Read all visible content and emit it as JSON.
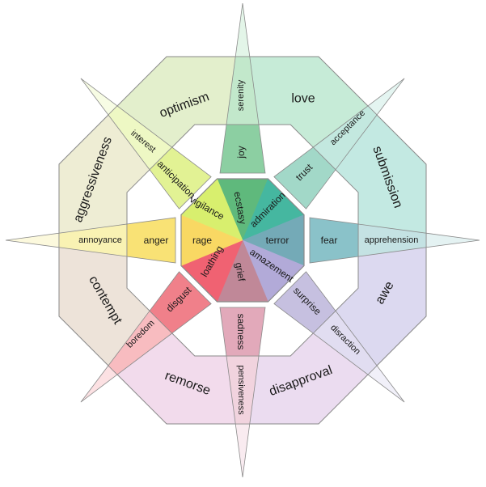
{
  "colors": {
    "outline": "#8a8a8a",
    "background": "#ffffff"
  },
  "center": [
    {
      "label": "ecstasy",
      "color": "#5fb97c"
    },
    {
      "label": "admiration",
      "color": "#45b7a0"
    },
    {
      "label": "terror",
      "color": "#74aab7"
    },
    {
      "label": "amazement",
      "color": "#b2aad8"
    },
    {
      "label": "grief",
      "color": "#c08898"
    },
    {
      "label": "loathing",
      "color": "#f06272"
    },
    {
      "label": "rage",
      "color": "#f9d863"
    },
    {
      "label": "vigilance",
      "color": "#d8ef6e"
    }
  ],
  "primary": [
    {
      "label": "joy",
      "color": "#8ccfa2"
    },
    {
      "label": "trust",
      "color": "#a2d8c8"
    },
    {
      "label": "fear",
      "color": "#8ac2c9"
    },
    {
      "label": "surprise",
      "color": "#c6c0e0"
    },
    {
      "label": "sadness",
      "color": "#e2a9ba"
    },
    {
      "label": "disgust",
      "color": "#f0808a"
    },
    {
      "label": "anger",
      "color": "#f9e275"
    },
    {
      "label": "anticipation",
      "color": "#e2f294"
    }
  ],
  "mild": [
    {
      "label": "serenity",
      "color": "#c2e8cb"
    },
    {
      "label": "acceptance",
      "color": "#c3e8df"
    },
    {
      "label": "apprehension",
      "color": "#c4e2e3"
    },
    {
      "label": "disraction",
      "color": "#e1ddf1"
    },
    {
      "label": "pensiveness",
      "color": "#f1d3de"
    },
    {
      "label": "boredom",
      "color": "#f8bcc0"
    },
    {
      "label": "annoyance",
      "color": "#f9f2b3"
    },
    {
      "label": "interest",
      "color": "#eef8c4"
    }
  ],
  "dyads": [
    {
      "label": "love",
      "color": "#c6ebd7"
    },
    {
      "label": "submission",
      "color": "#c3e9e2"
    },
    {
      "label": "awe",
      "color": "#dcd9f0"
    },
    {
      "label": "disapproval",
      "color": "#ebdcf0"
    },
    {
      "label": "remorse",
      "color": "#f2dbec"
    },
    {
      "label": "contempt",
      "color": "#ede3d9"
    },
    {
      "label": "aggressiveness",
      "color": "#eeedd4"
    },
    {
      "label": "optimism",
      "color": "#e3efcc"
    }
  ]
}
